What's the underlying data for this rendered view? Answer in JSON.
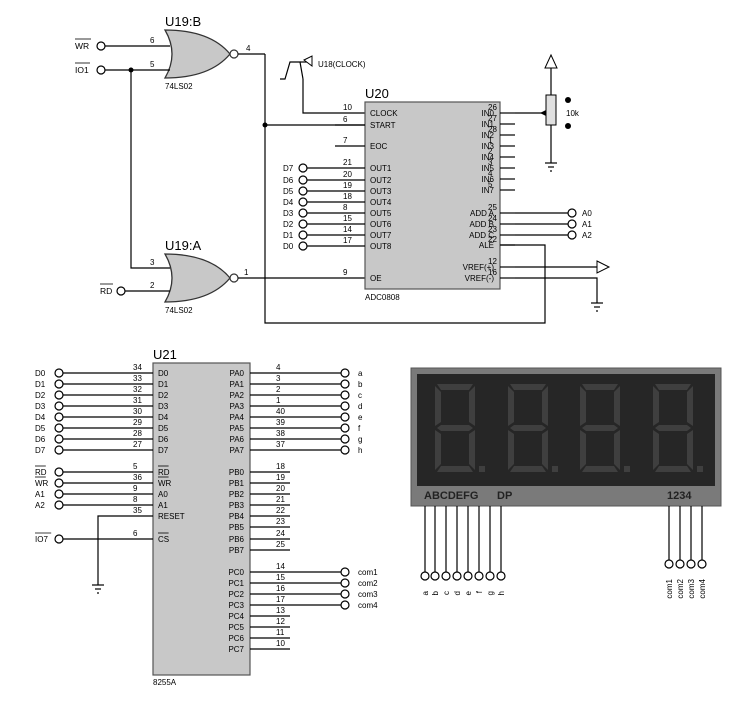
{
  "u19b": {
    "ref": "U19:B",
    "part": "74LS02",
    "in_a_pin": "6",
    "in_b_pin": "5",
    "out_pin": "4"
  },
  "u19a": {
    "ref": "U19:A",
    "part": "74LS02",
    "in_a_pin": "3",
    "in_b_pin": "2",
    "out_pin": "1"
  },
  "inputs": {
    "wr": "WR",
    "io1": "IO1",
    "rd": "RD",
    "io7": "IO7"
  },
  "clock": {
    "label": "U18(CLOCK)"
  },
  "pot": {
    "value": "10k"
  },
  "u20": {
    "ref": "U20",
    "part": "ADC0808",
    "left_pins": [
      {
        "num": "10",
        "name": "CLOCK",
        "net": ""
      },
      {
        "num": "6",
        "name": "START",
        "net": ""
      },
      {
        "num": "7",
        "name": "EOC",
        "net": ""
      },
      {
        "num": "21",
        "name": "OUT1",
        "net": "D7"
      },
      {
        "num": "20",
        "name": "OUT2",
        "net": "D6"
      },
      {
        "num": "19",
        "name": "OUT3",
        "net": "D5"
      },
      {
        "num": "18",
        "name": "OUT4",
        "net": "D4"
      },
      {
        "num": "8",
        "name": "OUT5",
        "net": "D3"
      },
      {
        "num": "15",
        "name": "OUT6",
        "net": "D2"
      },
      {
        "num": "14",
        "name": "OUT7",
        "net": "D1"
      },
      {
        "num": "17",
        "name": "OUT8",
        "net": "D0"
      },
      {
        "num": "9",
        "name": "OE",
        "net": ""
      }
    ],
    "right_pins": [
      {
        "num": "26",
        "name": "IN0",
        "net": ""
      },
      {
        "num": "27",
        "name": "IN1",
        "net": ""
      },
      {
        "num": "28",
        "name": "IN2",
        "net": ""
      },
      {
        "num": "1",
        "name": "IN3",
        "net": ""
      },
      {
        "num": "2",
        "name": "IN4",
        "net": ""
      },
      {
        "num": "3",
        "name": "IN5",
        "net": ""
      },
      {
        "num": "4",
        "name": "IN6",
        "net": ""
      },
      {
        "num": "5",
        "name": "IN7",
        "net": ""
      },
      {
        "num": "25",
        "name": "ADD A",
        "net": "A0"
      },
      {
        "num": "24",
        "name": "ADD B",
        "net": "A1"
      },
      {
        "num": "23",
        "name": "ADD C",
        "net": "A2"
      },
      {
        "num": "22",
        "name": "ALE",
        "net": ""
      },
      {
        "num": "12",
        "name": "VREF(+)",
        "net": ""
      },
      {
        "num": "16",
        "name": "VREF(-)",
        "net": ""
      }
    ]
  },
  "u21": {
    "ref": "U21",
    "part": "8255A",
    "left_pins": [
      {
        "num": "34",
        "name": "D0",
        "net": "D0"
      },
      {
        "num": "33",
        "name": "D1",
        "net": "D1"
      },
      {
        "num": "32",
        "name": "D2",
        "net": "D2"
      },
      {
        "num": "31",
        "name": "D3",
        "net": "D3"
      },
      {
        "num": "30",
        "name": "D4",
        "net": "D4"
      },
      {
        "num": "29",
        "name": "D5",
        "net": "D5"
      },
      {
        "num": "28",
        "name": "D6",
        "net": "D6"
      },
      {
        "num": "27",
        "name": "D7",
        "net": "D7"
      },
      {
        "num": "5",
        "name": "RD",
        "net": "RD"
      },
      {
        "num": "36",
        "name": "WR",
        "net": "WR"
      },
      {
        "num": "9",
        "name": "A0",
        "net": "A1"
      },
      {
        "num": "8",
        "name": "A1",
        "net": "A2"
      },
      {
        "num": "35",
        "name": "RESET",
        "net": ""
      },
      {
        "num": "6",
        "name": "CS",
        "net": "IO7"
      }
    ],
    "right_pins": [
      {
        "num": "4",
        "name": "PA0",
        "net": "a"
      },
      {
        "num": "3",
        "name": "PA1",
        "net": "b"
      },
      {
        "num": "2",
        "name": "PA2",
        "net": "c"
      },
      {
        "num": "1",
        "name": "PA3",
        "net": "d"
      },
      {
        "num": "40",
        "name": "PA4",
        "net": "e"
      },
      {
        "num": "39",
        "name": "PA5",
        "net": "f"
      },
      {
        "num": "38",
        "name": "PA6",
        "net": "g"
      },
      {
        "num": "37",
        "name": "PA7",
        "net": "h"
      },
      {
        "num": "18",
        "name": "PB0",
        "net": ""
      },
      {
        "num": "19",
        "name": "PB1",
        "net": ""
      },
      {
        "num": "20",
        "name": "PB2",
        "net": ""
      },
      {
        "num": "21",
        "name": "PB3",
        "net": ""
      },
      {
        "num": "22",
        "name": "PB4",
        "net": ""
      },
      {
        "num": "23",
        "name": "PB5",
        "net": ""
      },
      {
        "num": "24",
        "name": "PB6",
        "net": ""
      },
      {
        "num": "25",
        "name": "PB7",
        "net": ""
      },
      {
        "num": "14",
        "name": "PC0",
        "net": "com1"
      },
      {
        "num": "15",
        "name": "PC1",
        "net": "com2"
      },
      {
        "num": "16",
        "name": "PC2",
        "net": "com3"
      },
      {
        "num": "17",
        "name": "PC3",
        "net": "com4"
      },
      {
        "num": "13",
        "name": "PC4",
        "net": ""
      },
      {
        "num": "12",
        "name": "PC5",
        "net": ""
      },
      {
        "num": "11",
        "name": "PC6",
        "net": ""
      },
      {
        "num": "10",
        "name": "PC7",
        "net": ""
      }
    ]
  },
  "display": {
    "seg_label": "ABCDEFG",
    "dp_label": "DP",
    "digit_label": "1234",
    "seg_pins": [
      "a",
      "b",
      "c",
      "d",
      "e",
      "f",
      "g",
      "h"
    ],
    "com_pins": [
      "com1",
      "com2",
      "com3",
      "com4"
    ]
  },
  "colors": {
    "ic_fill": "#c8c8c8",
    "ic_border": "#555555",
    "wire": "#000000",
    "display_bg": "#262626",
    "display_frame": "#7a7a7a",
    "segment_off": "#3f3f3f"
  }
}
